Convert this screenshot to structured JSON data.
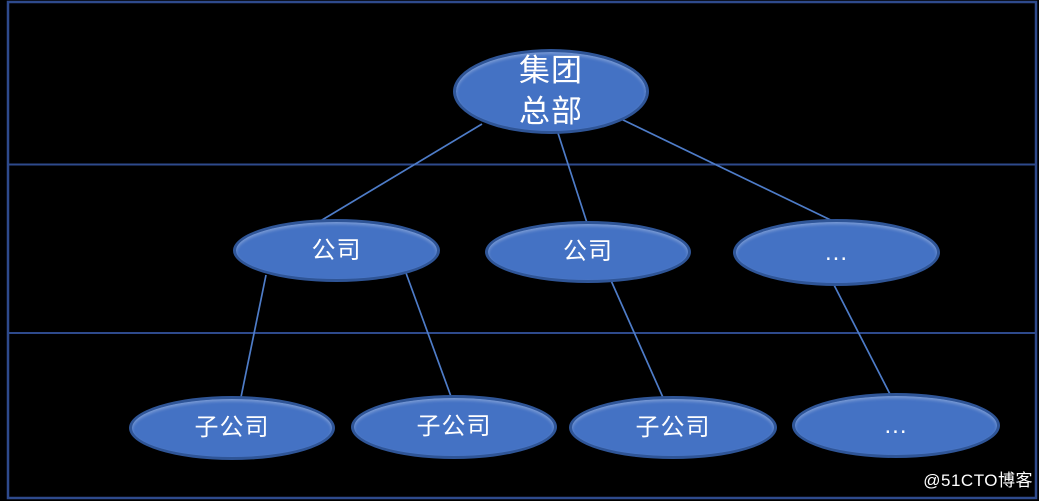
{
  "diagram": {
    "title_hint": "group-organization-chart",
    "root": {
      "label": "集团\n总部"
    },
    "level2": [
      {
        "label": "公司"
      },
      {
        "label": "公司"
      },
      {
        "label": "..."
      }
    ],
    "level3": [
      {
        "label": "子公司"
      },
      {
        "label": "子公司"
      },
      {
        "label": "子公司"
      },
      {
        "label": "..."
      }
    ]
  },
  "watermark": "@51CTO博客",
  "colors": {
    "background": "#000000",
    "node_fill": "#4472C4",
    "node_border": "#2F5597",
    "connector": "#4E7CC8",
    "frame": "#2E4A8C",
    "text": "#FFFFFF"
  }
}
